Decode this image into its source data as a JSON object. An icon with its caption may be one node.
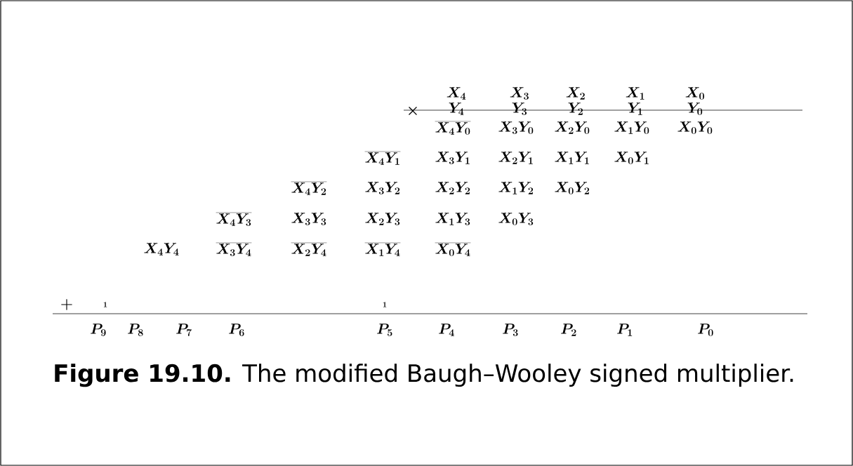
{
  "diagram": {
    "caption": "**Figure 19.10.** The modified Baugh–Wooley signed multiplier.",
    "labels": [
      "X_4",
      "X_3",
      "X_2",
      "X_1",
      "X_0",
      "\\times",
      "Y_4",
      "Y_3",
      "Y_2",
      "Y_1",
      "Y_0",
      "\\overline{X_4Y_0}",
      "X_3Y_0",
      "X_2Y_0",
      "X_1Y_0",
      "X_0Y_0",
      "\\overline{X_4Y_1}",
      "X_3Y_1",
      "X_2Y_1",
      "X_1Y_1",
      "X_0Y_1",
      "\\overline{X_4Y_2}",
      "X_3Y_2",
      "X_2Y_2",
      "X_1Y_2",
      "X_0Y_2",
      "\\overline{X_4Y_3}",
      "X_3Y_3",
      "X_2Y_3",
      "X_1Y_3",
      "X_0Y_3",
      "X_4Y_4",
      "\\overline{X_3Y_4}",
      "\\overline{X_2Y_4}",
      "\\overline{X_1Y_4}",
      "\\overline{X_0Y_4}",
      "+",
      "1",
      "1",
      "P_9",
      "P_8",
      "P_7",
      "P_6",
      "P_5",
      "P_4",
      "P_3",
      "P_2",
      "P_1",
      "P_0"
    ]
  }
}
